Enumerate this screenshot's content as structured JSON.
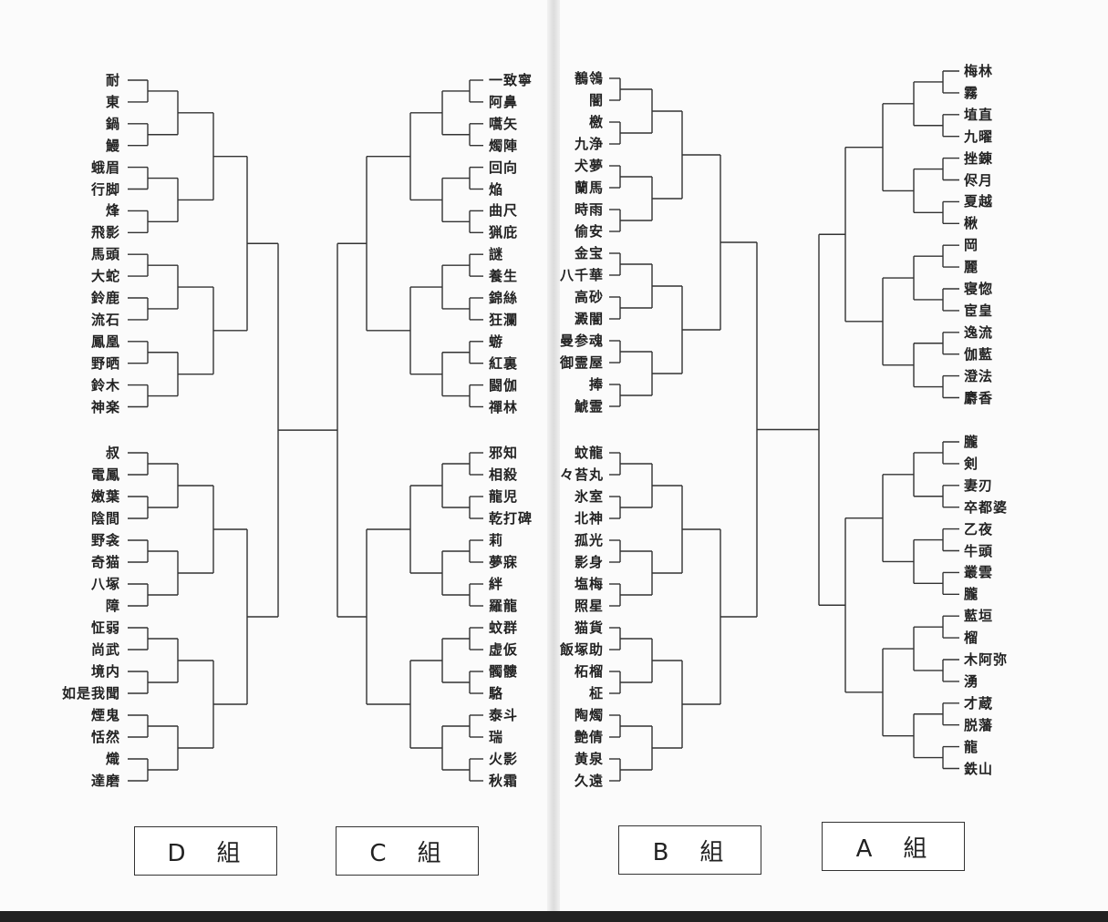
{
  "groups": {
    "D": {
      "label": "D　組",
      "upper": [
        "耐",
        "東",
        "鍋",
        "鰻",
        "蛾眉",
        "行脚",
        "烽",
        "飛影",
        "馬頭",
        "大蛇",
        "鈴鹿",
        "流石",
        "鳳凰",
        "野晒",
        "鈴木",
        "神楽"
      ],
      "lower": [
        "叔",
        "電鳳",
        "嫩葉",
        "陰間",
        "野衾",
        "奇猫",
        "八塚",
        "障",
        "怔弱",
        "尚武",
        "境内",
        "如是我聞",
        "煙鬼",
        "恬然",
        "熾",
        "達磨"
      ]
    },
    "C": {
      "label": "C　組",
      "upper": [
        "一致寧",
        "阿鼻",
        "嚆矢",
        "燭陣",
        "回向",
        "焔",
        "曲尺",
        "猟庇",
        "謎",
        "養生",
        "錦絲",
        "狂瀾",
        "蝣",
        "紅裏",
        "闘伽",
        "禪林"
      ],
      "lower": [
        "邪知",
        "相殺",
        "龍児",
        "乾打碑",
        "莉",
        "夢寐",
        "絆",
        "羅龍",
        "蚊群",
        "虚仮",
        "髑髏",
        "駱",
        "泰斗",
        "瑞",
        "火影",
        "秋霜"
      ]
    },
    "B": {
      "label": "B　組",
      "upper": [
        "鶺鴒",
        "闇",
        "檄",
        "九浄",
        "犬夢",
        "蘭馬",
        "時雨",
        "偷安",
        "金宝",
        "八千華",
        "高砂",
        "澱闇",
        "曼参魂",
        "御霊屋",
        "捧",
        "鯱霊"
      ],
      "lower": [
        "蚊龍",
        "々苔丸",
        "氷室",
        "北神",
        "孤光",
        "影身",
        "塩梅",
        "照星",
        "猫貨",
        "飯塚助",
        "柘榴",
        "柾",
        "陶燭",
        "艶倩",
        "黄泉",
        "久遠"
      ]
    },
    "A": {
      "label": "A　組",
      "upper": [
        "梅林",
        "霧",
        "埴直",
        "九曜",
        "挫錬",
        "侭月",
        "夏越",
        "楸",
        "岡",
        "麗",
        "寝惚",
        "宦皇",
        "逸流",
        "伽藍",
        "澄法",
        "麝香"
      ],
      "lower": [
        "朧",
        "剣",
        "妻刃",
        "卒都婆",
        "乙夜",
        "牛頭",
        "叢雲",
        "朧",
        "藍垣",
        "榴",
        "木阿弥",
        "湧",
        "才蔵",
        "脱藩",
        "龍",
        "鉄山"
      ]
    }
  }
}
